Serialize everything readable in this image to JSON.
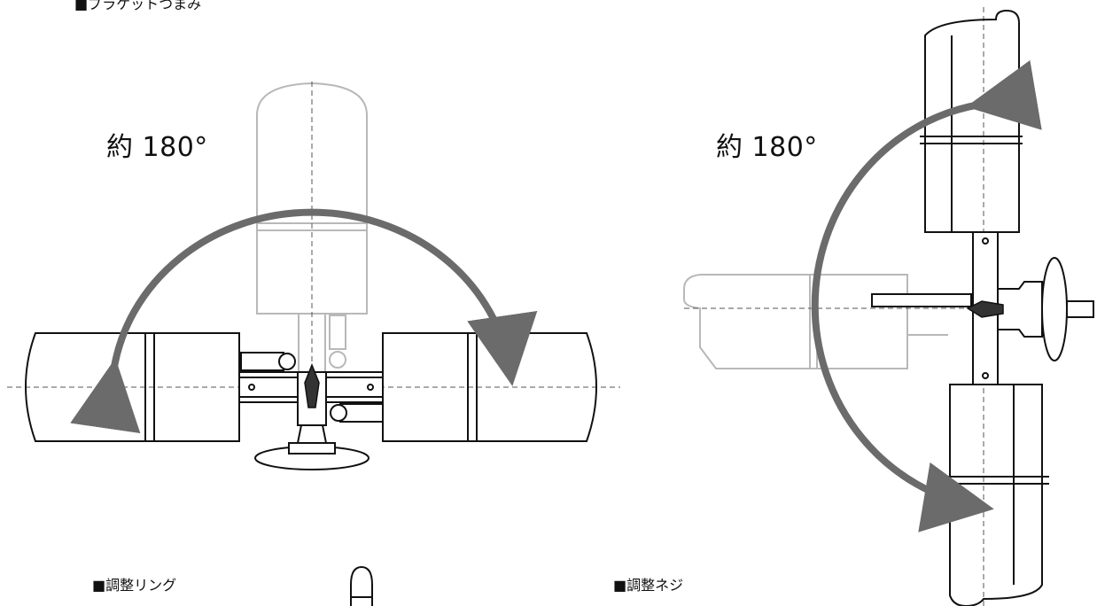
{
  "labels": {
    "top_section": "■ブラケットつまみ",
    "angle_left": "約 180°",
    "angle_right": "約 180°",
    "ring_section": "■調整リング",
    "screw_section": "■調整ネジ"
  },
  "colors": {
    "arrow": "#6b6b6b",
    "line": "#111111",
    "faded": "#b8b8b8",
    "center_line": "#555555"
  }
}
